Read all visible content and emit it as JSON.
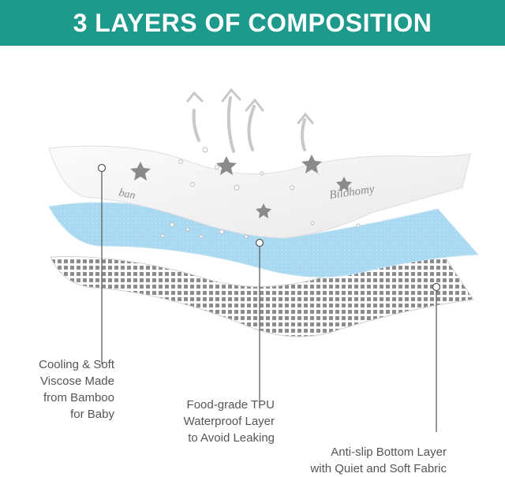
{
  "banner": {
    "title": "3 LAYERS OF COMPOSITION",
    "color": "#1e9a8c"
  },
  "brand_mark": "Bilohomy",
  "layers": [
    {
      "name": "top",
      "lines": [
        "Cooling & Soft",
        "Viscose Made",
        "from Bamboo",
        "for Baby"
      ],
      "color": "#f3f3f3",
      "icons": [
        "star-icon",
        "water-droplet-icon",
        "airflow-arrow-icon"
      ]
    },
    {
      "name": "middle",
      "lines": [
        "Food-grade TPU",
        "Waterproof Layer",
        "to Avoid Leaking"
      ],
      "color": "#a9d8f1",
      "icons": [
        "water-droplet-icon"
      ]
    },
    {
      "name": "bottom",
      "lines": [
        "Anti-slip Bottom Layer",
        "with Quiet and Soft Fabric"
      ],
      "color": "#9a9a9a",
      "icons": [
        "grid-texture"
      ]
    }
  ],
  "colors": {
    "text": "#555555",
    "leader": "#555555",
    "arrow": "#c8c8c8"
  }
}
